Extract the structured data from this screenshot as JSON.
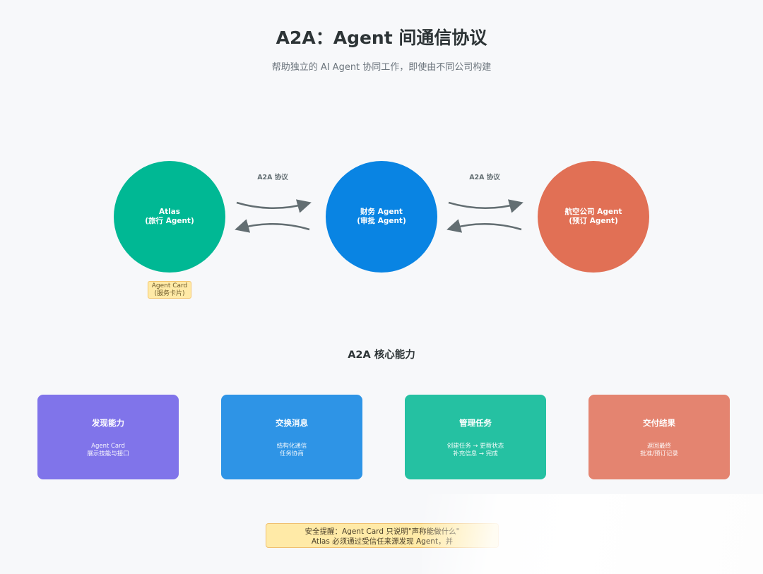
{
  "header": {
    "title": "A2A：Agent 间通信协议",
    "subtitle": "帮助独立的 AI Agent 协同工作，即使由不同公司构建"
  },
  "diagram": {
    "nodes": [
      {
        "line1": "Atlas",
        "line2": "(旅行 Agent)",
        "color": "#00b894"
      },
      {
        "line1": "财务 Agent",
        "line2": "(审批 Agent)",
        "color": "#0984e3"
      },
      {
        "line1": "航空公司 Agent",
        "line2": "(预订 Agent)",
        "color": "#e17055"
      }
    ],
    "protocol_labels": [
      "A2A 协议",
      "A2A 协议"
    ],
    "agent_card_tag": {
      "line1": "Agent Card",
      "line2": "(服务卡片)"
    }
  },
  "capabilities": {
    "title": "A2A 核心能力",
    "items": [
      {
        "title": "发现能力",
        "desc1": "Agent Card",
        "desc2": "展示技能与接口",
        "color": "#8074ea"
      },
      {
        "title": "交换消息",
        "desc1": "结构化通信",
        "desc2": "任务协商",
        "color": "#2e94e6"
      },
      {
        "title": "管理任务",
        "desc1": "创建任务 → 更新状态",
        "desc2": "补充信息 → 完成",
        "color": "#25c1a2"
      },
      {
        "title": "交付结果",
        "desc1": "返回最终",
        "desc2": "批准/预订记录",
        "color": "#e48470"
      }
    ]
  },
  "notice": {
    "line1": "安全提醒：Agent Card 只说明\"声称能做什么\"",
    "line2": "Atlas 必须通过受信任来源发现 Agent，并"
  }
}
